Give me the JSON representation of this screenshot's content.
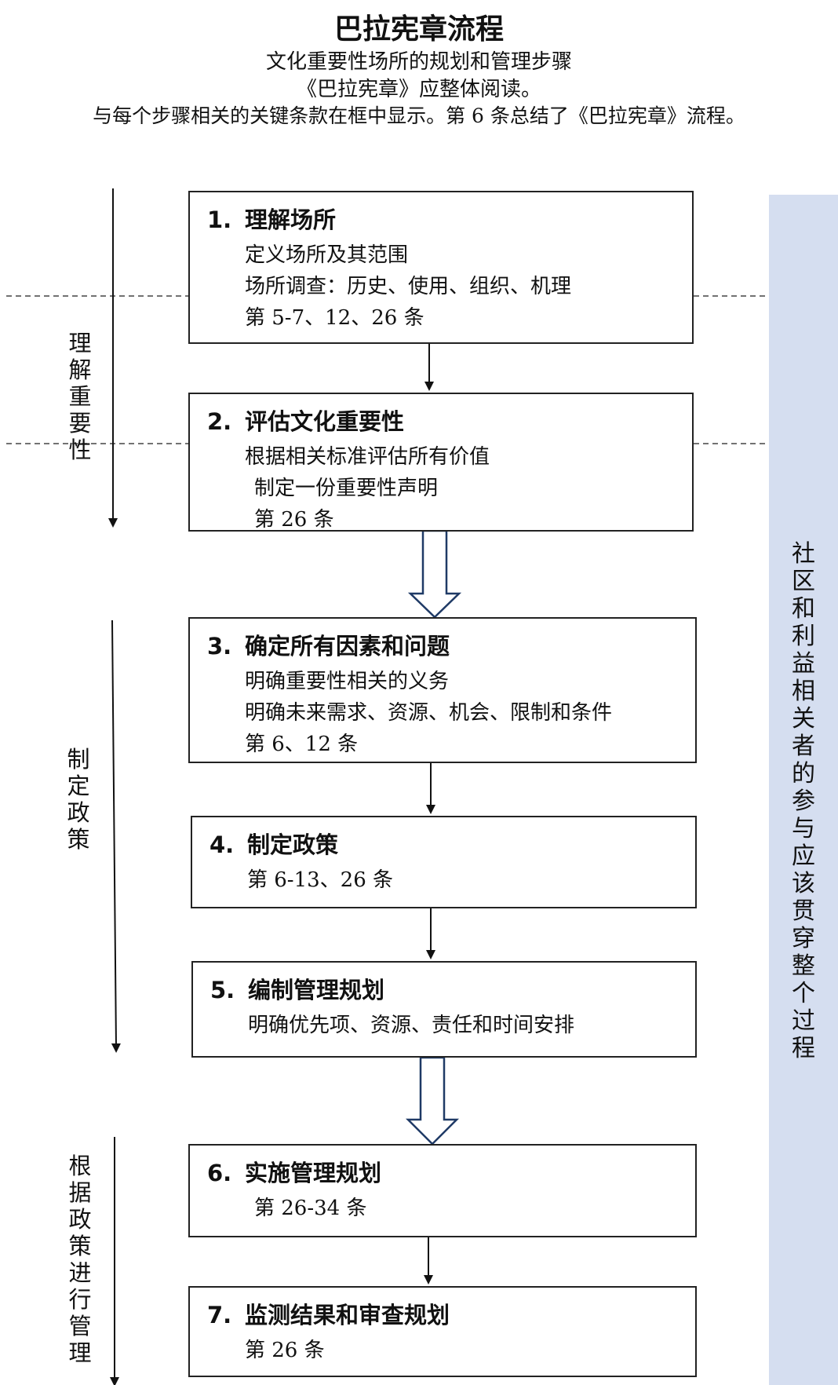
{
  "header": {
    "title": "巴拉宪章流程",
    "subtitle1": "文化重要性场所的规划和管理步骤",
    "subtitle2": "《巴拉宪章》应整体阅读。",
    "subtitle3": "与每个步骤相关的关键条款在框中显示。第 6 条总结了《巴拉宪章》流程。"
  },
  "steps": [
    {
      "num": "1.",
      "title": "理解场所",
      "lines": [
        "定义场所及其范围",
        "场所调查：历史、使用、组织、机理",
        "第 5-7、12、26 条"
      ]
    },
    {
      "num": "2.",
      "title": "评估文化重要性",
      "lines": [
        "根据相关标准评估所有价值",
        " 制定一份重要性声明",
        " 第 26 条"
      ]
    },
    {
      "num": "3.",
      "title": "确定所有因素和问题",
      "lines": [
        "明确重要性相关的义务",
        "明确未来需求、资源、机会、限制和条件",
        "第 6、12 条"
      ]
    },
    {
      "num": "4.",
      "title": "制定政策",
      "lines": [
        "第 6-13、26 条"
      ]
    },
    {
      "num": "5.",
      "title": "编制管理规划",
      "lines": [
        "明确优先项、资源、责任和时间安排"
      ]
    },
    {
      "num": "6.",
      "title": "实施管理规划",
      "lines": [
        " 第 26-34 条"
      ]
    },
    {
      "num": "7.",
      "title": "监测结果和审查规划",
      "lines": [
        "第 26 条"
      ]
    }
  ],
  "phases": {
    "understand": "理解重要性",
    "policy": "制定政策",
    "manage": "根据政策进行管理"
  },
  "side_note": "社区和利益相关者的参与应该贯穿整个过程",
  "colors": {
    "side_panel": "#d5def0",
    "border": "#222222",
    "hollow_arrow": "#1f3a66"
  }
}
